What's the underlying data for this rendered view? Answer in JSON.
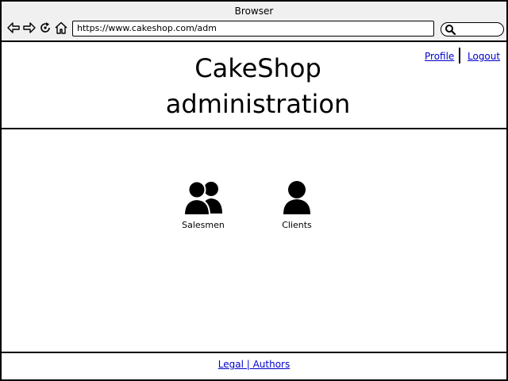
{
  "browser": {
    "window_title": "Browser",
    "url": "https://www.cakeshop.com/adm",
    "icons": {
      "back": "back-arrow-icon",
      "forward": "forward-arrow-icon",
      "reload": "reload-icon",
      "home": "home-icon",
      "search": "search-icon"
    }
  },
  "header": {
    "title": "CakeShop administration",
    "profile_link": "Profile",
    "logout_link": "Logout"
  },
  "main": {
    "tiles": [
      {
        "label": "Salesmen",
        "icon": "users-group-icon"
      },
      {
        "label": "Clients",
        "icon": "user-icon"
      }
    ]
  },
  "footer": {
    "links_text": "Legal | Authors"
  },
  "colors": {
    "link": "#0000cc",
    "chrome_bg": "#f0f0f0",
    "lines": "#000000"
  }
}
